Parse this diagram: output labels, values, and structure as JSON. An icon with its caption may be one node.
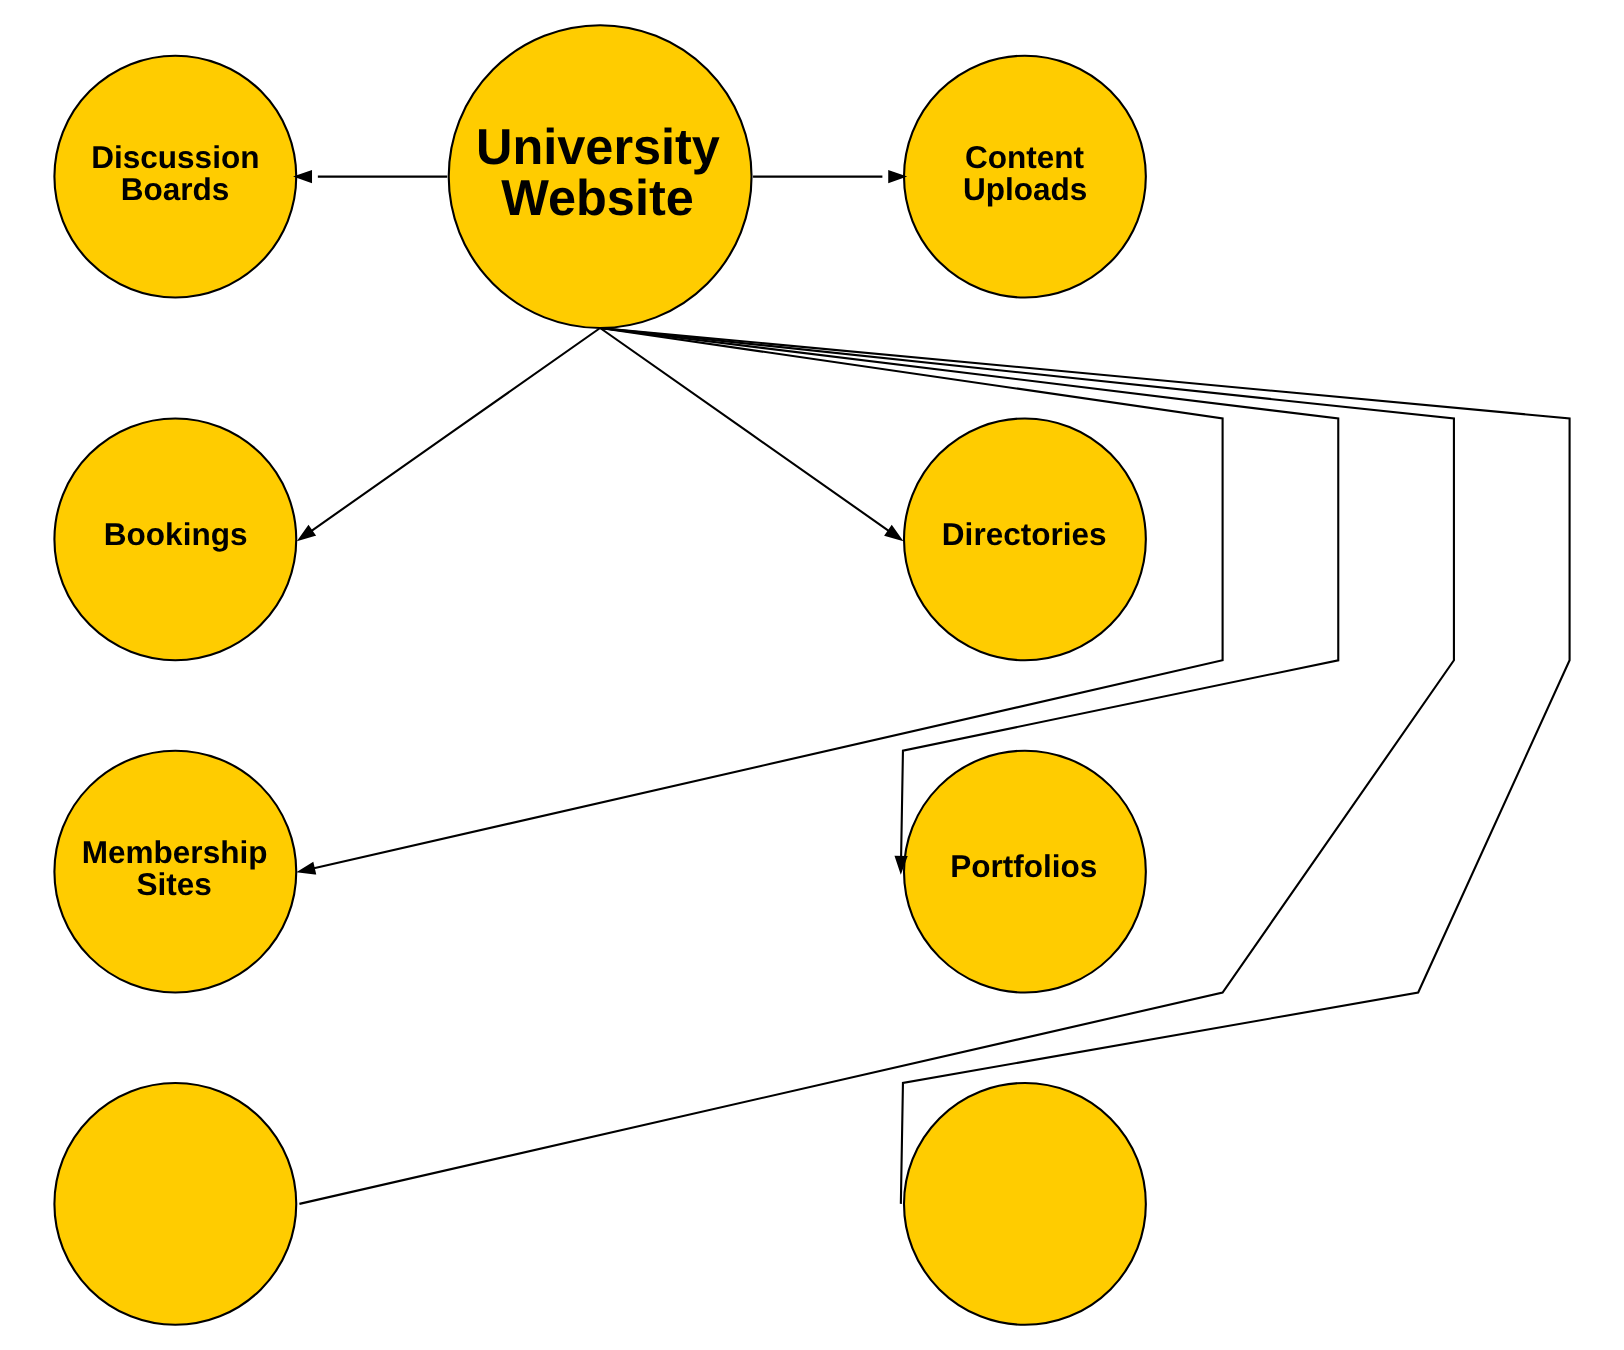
{
  "diagram": {
    "nodes": [
      {
        "text": [
          "University Website"
        ]
      },
      {
        "text": [
          "Discussion Boards"
        ]
      },
      {
        "text": [
          "Content Uploads"
        ]
      },
      {
        "text": [
          "Bookings"
        ]
      },
      {
        "text": [
          "Directories"
        ]
      },
      {
        "text": [
          "Membership Sites"
        ]
      },
      {
        "text": [
          "Portfolios"
        ]
      },
      {
        "text": [],
        "shape": "circle"
      },
      {
        "text": [],
        "shape": "circle"
      }
    ],
    "edges": [
      {
        "from": 0,
        "to": 1,
        "arrow": "to"
      },
      {
        "from": 0,
        "to": 2,
        "arrow": "to"
      },
      {
        "from": 0,
        "to": 3,
        "arrow": "to"
      },
      {
        "from": 0,
        "to": 4,
        "arrow": "to"
      },
      {
        "from": 0,
        "to": 5,
        "arrow": "to"
      },
      {
        "from": 0,
        "to": 6,
        "arrow": "to"
      },
      {
        "from": 0,
        "to": 7,
        "arrow": "none"
      },
      {
        "from": 0,
        "to": 8,
        "arrow": "none"
      }
    ]
  }
}
